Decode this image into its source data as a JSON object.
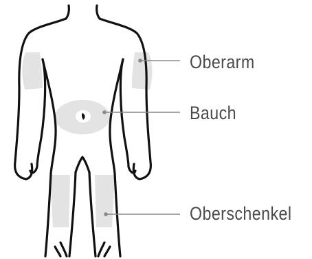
{
  "colors": {
    "outline": "#111111",
    "zone_fill": "#e3e3e3",
    "leader": "#888888",
    "label_text": "#4a4a4a"
  },
  "zones": [
    {
      "id": "oberarm",
      "label": "Oberarm"
    },
    {
      "id": "bauch",
      "label": "Bauch"
    },
    {
      "id": "oberschenkel",
      "label": "Oberschenkel"
    }
  ]
}
